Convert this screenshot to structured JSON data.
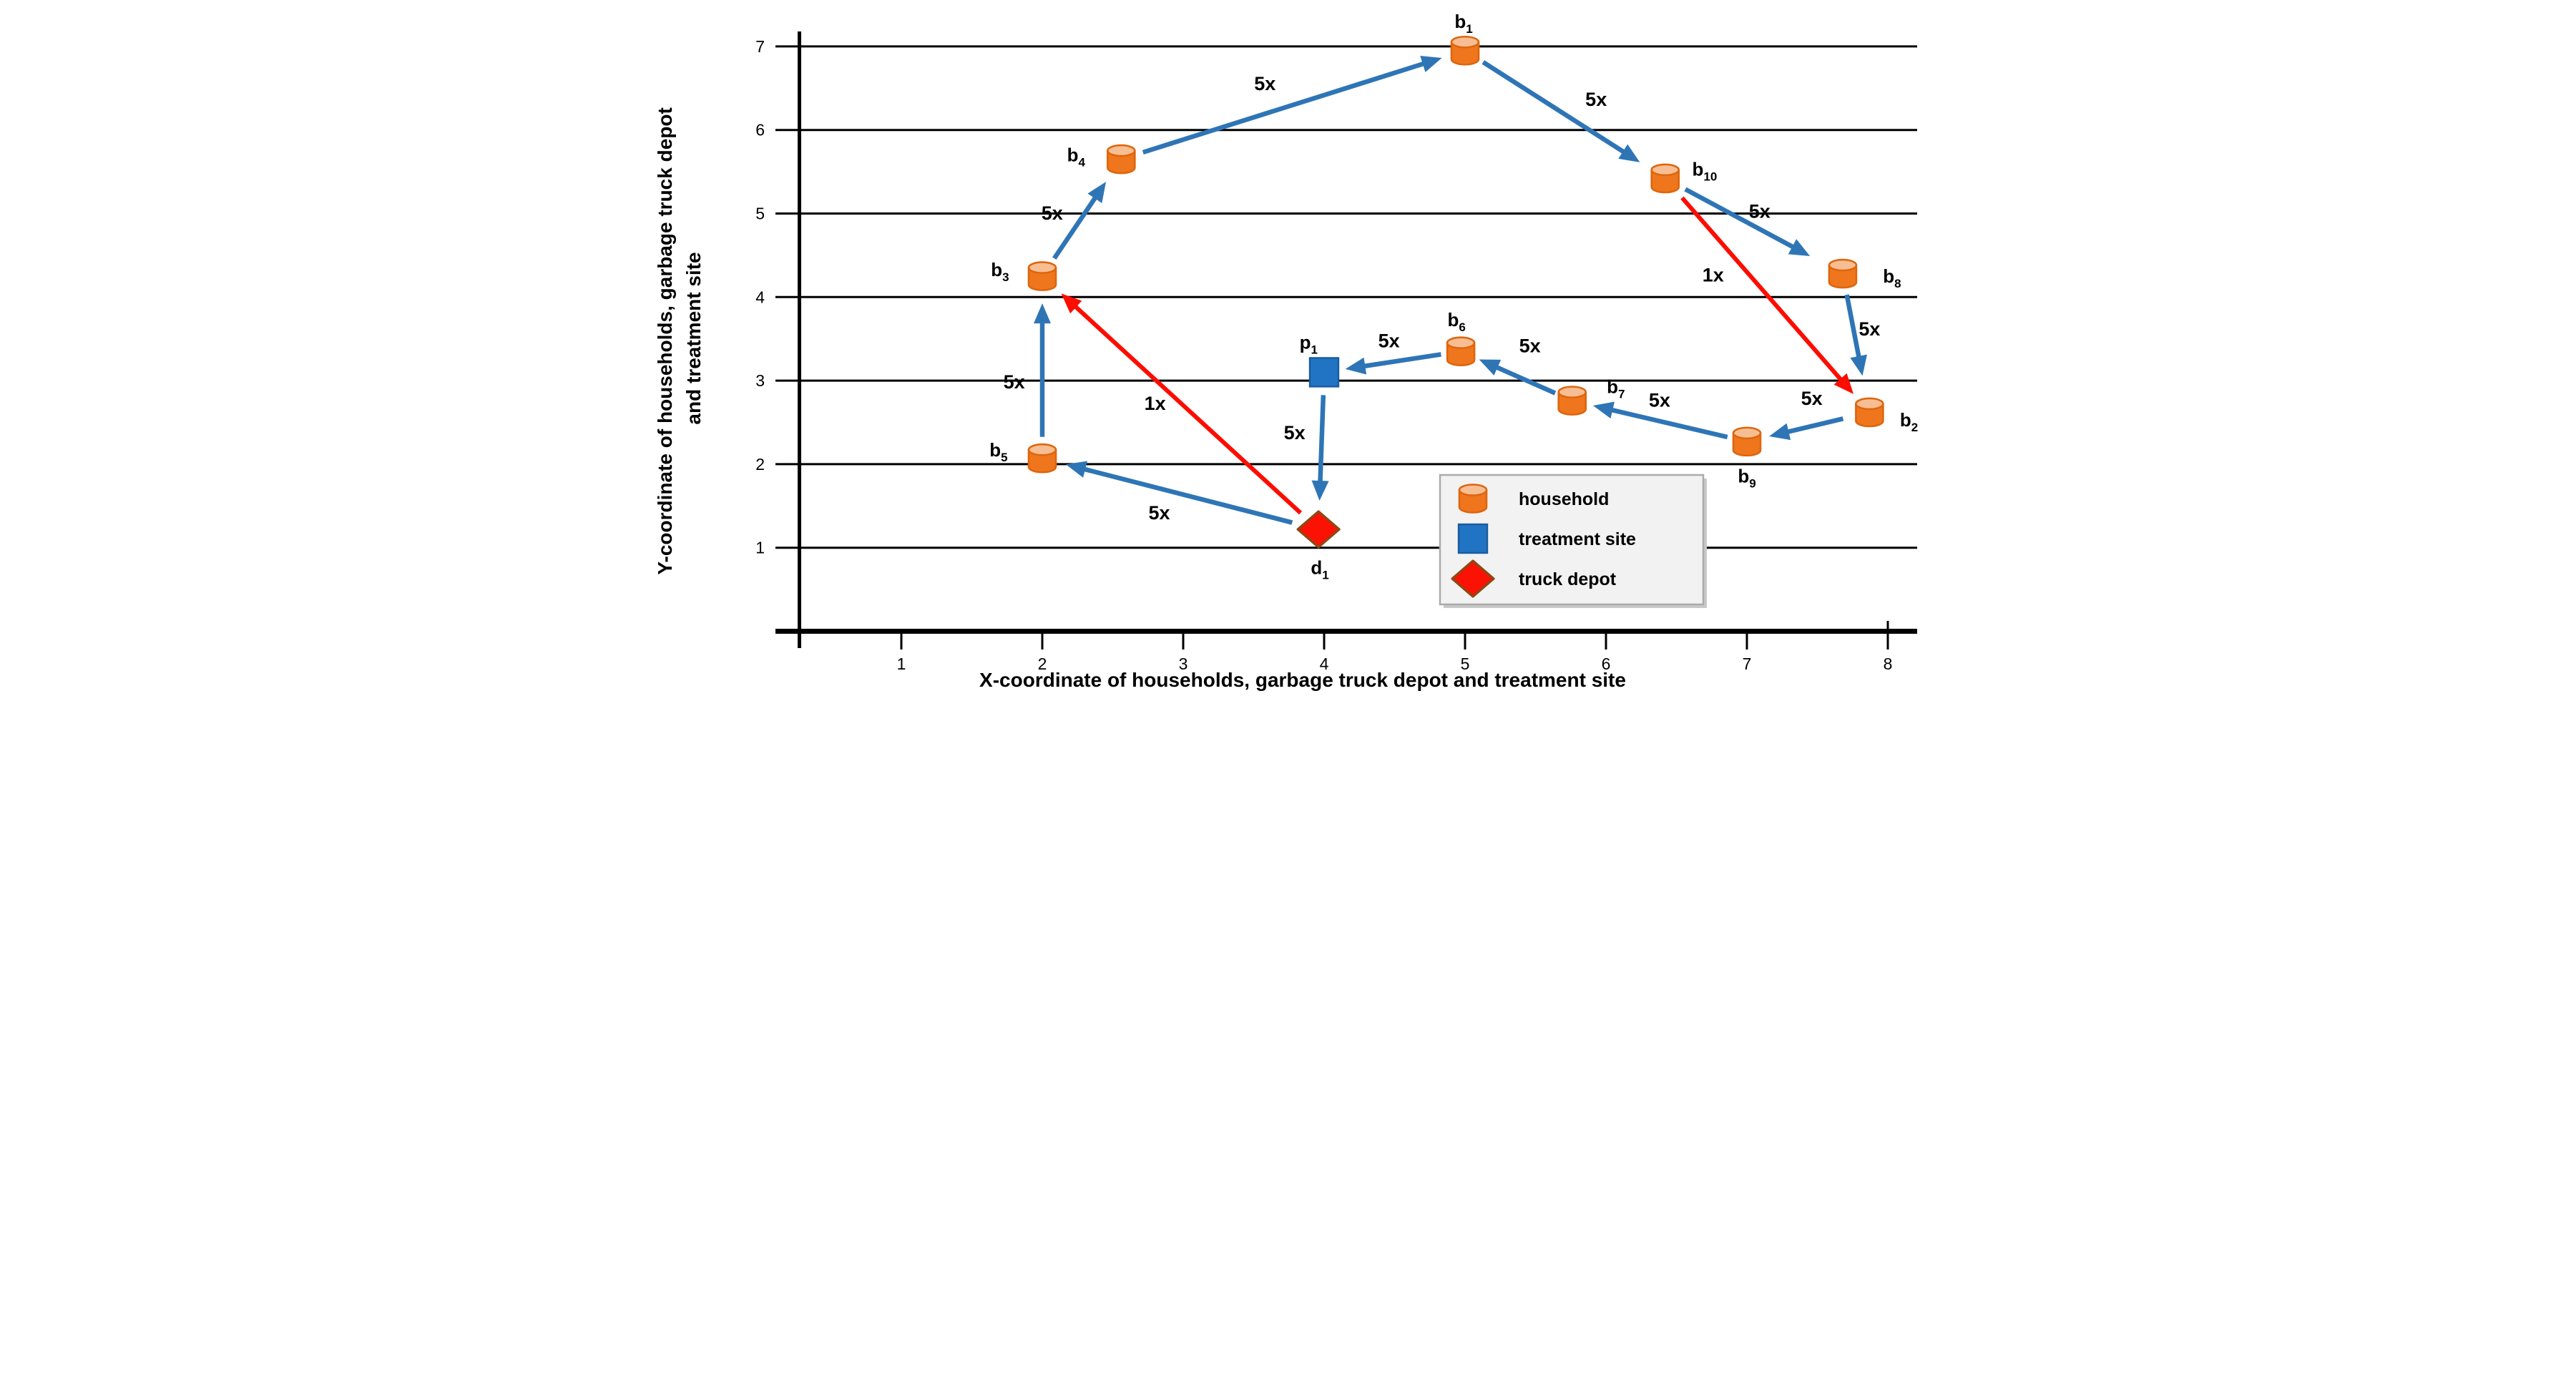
{
  "figure": {
    "background": "#FFFFFF"
  },
  "colors": {
    "blue_arrow": "#2E75B6",
    "red_arrow": "#FC0D00",
    "household_body": "#F0761E",
    "household_top": "#F8BE93",
    "household_stroke": "#DD660D",
    "square_fill": "#2173C4",
    "square_stroke": "#1A5C9E",
    "diamond_fill": "#FB1205",
    "diamond_stroke": "#8D4814",
    "grid": "#000000",
    "axis": "#000000",
    "text": "#000000",
    "legend_bg": "#F2F2F2",
    "legend_border": "#ABABAB",
    "legend_shadow": "#C8C8C8"
  },
  "chart_data": {
    "type": "scatter",
    "title": "",
    "xlabel": "X-coordinate of households, garbage truck depot and treatment site",
    "ylabel_lines": [
      "Y-coordinate of households, garbage truck depot",
      "and treatment site"
    ],
    "xlim": [
      0.27,
      8.22
    ],
    "ylim": [
      0,
      7.5
    ],
    "x_ticks": [
      1,
      2,
      3,
      4,
      5,
      6,
      7,
      8
    ],
    "y_ticks": [
      1,
      2,
      3,
      4,
      5,
      6,
      7
    ],
    "grid": "horizontal",
    "nodes": [
      {
        "id": "b1",
        "type": "household",
        "x": 5.0,
        "y": 6.95,
        "label_main": "b",
        "label_sub": "1",
        "label_x": 4.99,
        "label_y": 7.3
      },
      {
        "id": "b2",
        "type": "household",
        "x": 7.87,
        "y": 2.62,
        "label_main": "b",
        "label_sub": "2",
        "label_x": 8.15,
        "label_y": 2.53
      },
      {
        "id": "b3",
        "type": "household",
        "x": 2.0,
        "y": 4.25,
        "label_main": "b",
        "label_sub": "3",
        "label_x": 1.7,
        "label_y": 4.33
      },
      {
        "id": "b4",
        "type": "household",
        "x": 2.56,
        "y": 5.65,
        "label_main": "b",
        "label_sub": "4",
        "label_x": 2.24,
        "label_y": 5.7
      },
      {
        "id": "b5",
        "type": "household",
        "x": 2.0,
        "y": 2.07,
        "label_main": "b",
        "label_sub": "5",
        "label_x": 1.69,
        "label_y": 2.17
      },
      {
        "id": "b6",
        "type": "household",
        "x": 4.97,
        "y": 3.35,
        "label_main": "b",
        "label_sub": "6",
        "label_x": 4.94,
        "label_y": 3.73
      },
      {
        "id": "b7",
        "type": "household",
        "x": 5.76,
        "y": 2.76,
        "label_main": "b",
        "label_sub": "7",
        "label_x": 6.07,
        "label_y": 2.93
      },
      {
        "id": "b8",
        "type": "household",
        "x": 7.68,
        "y": 4.28,
        "label_main": "b",
        "label_sub": "8",
        "label_x": 8.03,
        "label_y": 4.25
      },
      {
        "id": "b9",
        "type": "household",
        "x": 7.0,
        "y": 2.27,
        "label_main": "b",
        "label_sub": "9",
        "label_x": 7.0,
        "label_y": 1.86
      },
      {
        "id": "b10",
        "type": "household",
        "x": 6.42,
        "y": 5.42,
        "label_main": "b",
        "label_sub": "10",
        "label_x": 6.7,
        "label_y": 5.53
      },
      {
        "id": "p1",
        "type": "treatment",
        "x": 4.0,
        "y": 3.1,
        "label_main": "p",
        "label_sub": "1",
        "label_x": 3.89,
        "label_y": 3.46
      },
      {
        "id": "d1",
        "type": "depot",
        "x": 3.96,
        "y": 1.22,
        "label_main": "d",
        "label_sub": "1",
        "label_x": 3.97,
        "label_y": 0.76
      }
    ],
    "edges": [
      {
        "from": "d1",
        "to": "b3",
        "label": "1x",
        "color": "red",
        "label_x": 2.8,
        "label_y": 2.73
      },
      {
        "from": "b10",
        "to": "b2",
        "label": "1x",
        "color": "red",
        "label_x": 6.76,
        "label_y": 4.27
      },
      {
        "from": "b4",
        "to": "b1",
        "label": "5x",
        "color": "blue",
        "label_x": 3.58,
        "label_y": 6.56
      },
      {
        "from": "b1",
        "to": "b10",
        "label": "5x",
        "color": "blue",
        "label_x": 5.93,
        "label_y": 6.37
      },
      {
        "from": "b10",
        "to": "b8",
        "label": "5x",
        "color": "blue",
        "label_x": 7.09,
        "label_y": 5.03
      },
      {
        "from": "b8",
        "to": "b2",
        "label": "5x",
        "color": "blue",
        "label_x": 7.87,
        "label_y": 3.62
      },
      {
        "from": "b2",
        "to": "b9",
        "label": "5x",
        "color": "blue",
        "label_x": 7.46,
        "label_y": 2.79
      },
      {
        "from": "b9",
        "to": "b7",
        "label": "5x",
        "color": "blue",
        "label_x": 6.38,
        "label_y": 2.77
      },
      {
        "from": "b7",
        "to": "b6",
        "label": "5x",
        "color": "blue",
        "label_x": 5.46,
        "label_y": 3.42
      },
      {
        "from": "b6",
        "to": "p1",
        "label": "5x",
        "color": "blue",
        "label_x": 4.46,
        "label_y": 3.48
      },
      {
        "from": "p1",
        "to": "d1",
        "label": "5x",
        "color": "blue",
        "label_x": 3.79,
        "label_y": 2.38
      },
      {
        "from": "d1",
        "to": "b5",
        "label": "5x",
        "color": "blue",
        "label_x": 2.83,
        "label_y": 1.42
      },
      {
        "from": "b5",
        "to": "b3",
        "label": "5x",
        "color": "blue",
        "label_x": 1.8,
        "label_y": 2.99
      },
      {
        "from": "b3",
        "to": "b4",
        "label": "5x",
        "color": "blue",
        "label_x": 2.07,
        "label_y": 5.01
      }
    ],
    "legend": {
      "position": "inside-bottom-right",
      "items": [
        {
          "type": "household",
          "label": "household"
        },
        {
          "type": "treatment",
          "label": "treatment site"
        },
        {
          "type": "depot",
          "label": "truck depot"
        }
      ]
    }
  }
}
